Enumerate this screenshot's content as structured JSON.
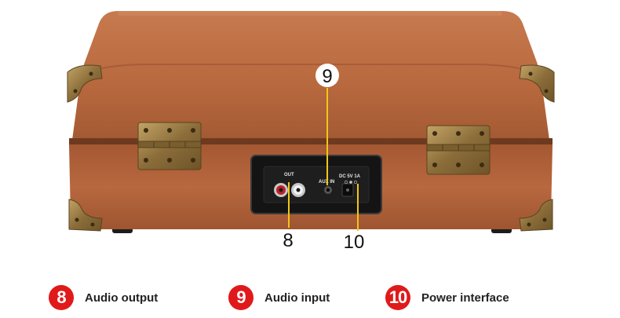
{
  "callouts": {
    "c8": "8",
    "c9": "9",
    "c10": "10"
  },
  "panel": {
    "out_label": "OUT",
    "aux_label": "AUX IN",
    "dc_label": "DC 5V 1A"
  },
  "legend": [
    {
      "number": "8",
      "label": "Audio output"
    },
    {
      "number": "9",
      "label": "Audio input"
    },
    {
      "number": "10",
      "label": "Power interface"
    }
  ],
  "colors": {
    "leather": "#b4683f",
    "badge": "#e01a1a",
    "brass": "#9a7c44",
    "callout_line": "#f2c617"
  }
}
